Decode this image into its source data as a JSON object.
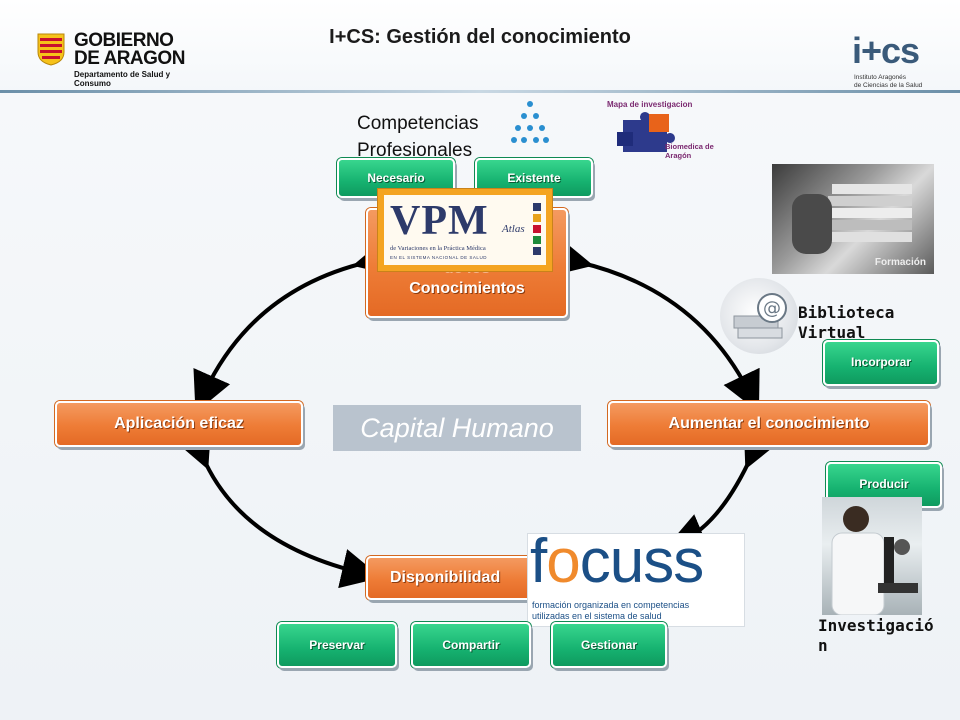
{
  "header": {
    "title": "I+CS: Gestión del conocimiento",
    "left_logo": {
      "line1": "GOBIERNO",
      "line2": "DE ARAGON",
      "line3": "Departamento de Salud y Consumo"
    },
    "right_logo": {
      "mark": "i+cs",
      "sub1": "Instituto Aragonés",
      "sub2": "de Ciencias de la Salud"
    }
  },
  "cycle": {
    "top_box": {
      "label_partial": "de los",
      "label": "Conocimientos"
    },
    "left_box": "Aplicación eficaz",
    "right_box": "Aumentar el conocimiento",
    "bottom_box": "Disponibilidad",
    "center": "Capital Humano"
  },
  "competencias": {
    "text_line1": "Competencias",
    "text_line2": "Profesionales",
    "necesario": "Necesario",
    "existente": "Existente"
  },
  "bottom_actions": {
    "preservar": "Preservar",
    "compartir": "Compartir",
    "gestionar": "Gestionar"
  },
  "right_side": {
    "biblioteca_line1": "Biblioteca",
    "biblioteca_line2": "Virtual",
    "incorporar": "Incorporar",
    "producir": "Producir",
    "investigacion_line1": "Investigació",
    "investigacion_line2": "n",
    "formacion_caption": "Formación"
  },
  "vpm": {
    "word": "VPM",
    "atlas": "Atlas",
    "sub": "de Variaciones en la Práctica Médica",
    "sub2": "EN EL SISTEMA NACIONAL DE SALUD"
  },
  "focuss": {
    "word_pre": "f",
    "word_o": "o",
    "word_post": "cuss",
    "line1": "formación organizada en competencias",
    "line2": "utilizadas en el sistema de salud"
  },
  "mapa": {
    "line1": "Mapa de investigacion",
    "line2": "Biomedica de Aragón"
  },
  "colors": {
    "orange": "#ee7c36",
    "green": "#16b270",
    "capital_bg": "#b9c3ce",
    "vpm_frame": "#f4a422",
    "focuss_blue": "#1b4f86"
  }
}
